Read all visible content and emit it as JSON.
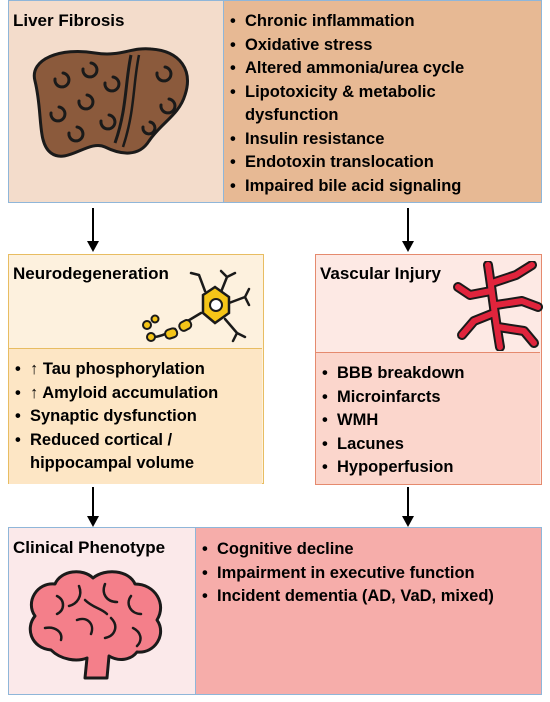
{
  "liver": {
    "title": "Liver Fibrosis",
    "items": [
      "Chronic inflammation",
      "Oxidative stress",
      "Altered ammonia/urea cycle",
      "Lipotoxicity & metabolic",
      "dysfunction",
      "Insulin resistance",
      "Endotoxin translocation",
      "Impaired bile acid signaling"
    ]
  },
  "neuro": {
    "title": "Neurodegeneration",
    "items": [
      "↑ Tau phosphorylation",
      "↑ Amyloid accumulation",
      "Synaptic dysfunction",
      "Reduced cortical /",
      "hippocampal volume"
    ]
  },
  "vascular": {
    "title": "Vascular Injury",
    "items": [
      "BBB breakdown",
      "Microinfarcts",
      "WMH",
      "Lacunes",
      "Hypoperfusion"
    ]
  },
  "clinical": {
    "title": "Clinical Phenotype",
    "items": [
      "Cognitive decline",
      "Impairment in executive function",
      "Incident dementia (AD, VaD, mixed)"
    ]
  },
  "colors": {
    "liver_title_bg": "#f3dccb",
    "liver_list_bg": "#e7b994",
    "liver_border": "#8fb6d9",
    "neuro_bg": "#fdf1de",
    "neuro_border": "#e8bd62",
    "vascular_title_bg": "#fde9e4",
    "vascular_list_bg": "#fbd6cc",
    "vascular_border": "#e58a6e",
    "clinical_title_bg": "#fbe9ea",
    "clinical_list_bg": "#f6adaa",
    "clinical_border": "#8fb6d9",
    "liver_icon": "#8b5a3c",
    "vessel_icon": "#e0243c",
    "neuron_icon": "#f5c518",
    "brain_icon": "#f47f8a"
  },
  "icons": [
    "liver-icon",
    "neuron-icon",
    "blood-vessel-icon",
    "brain-icon"
  ]
}
